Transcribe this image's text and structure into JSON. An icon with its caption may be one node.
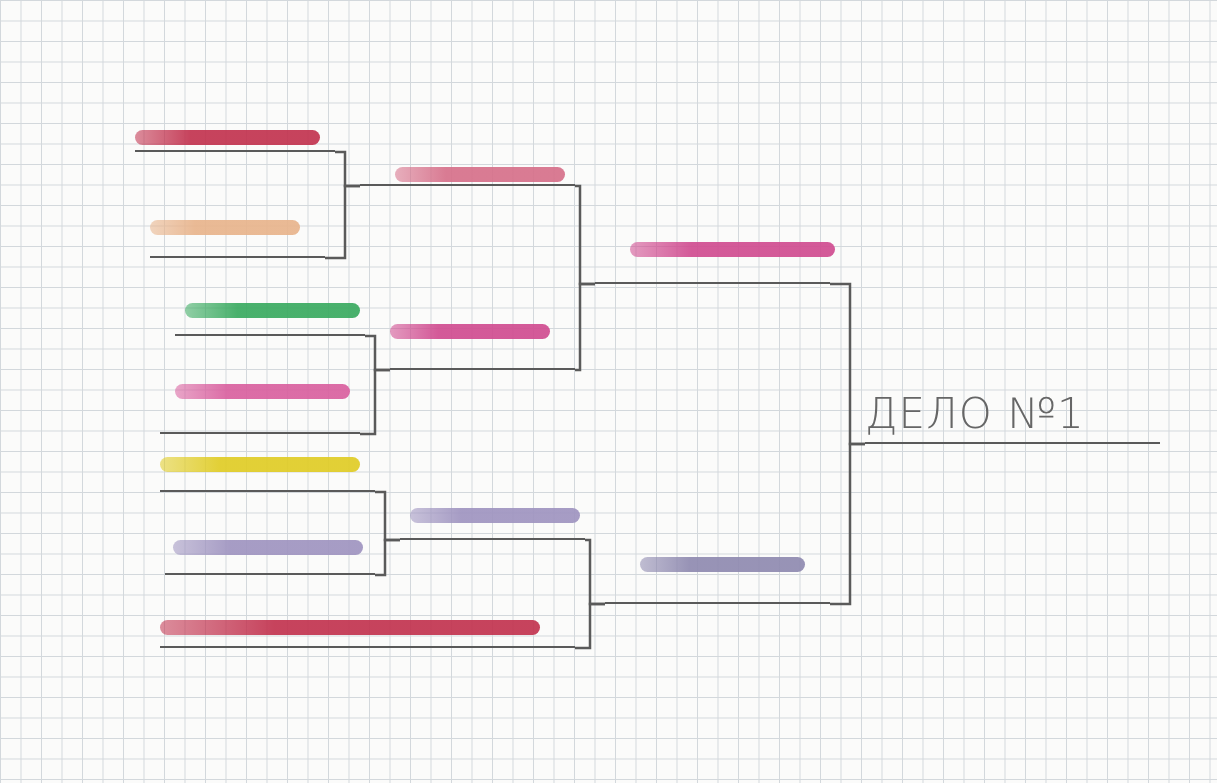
{
  "diagram": {
    "nodes": [
      {
        "text": [],
        "shape": "bar"
      },
      {
        "text": [],
        "shape": "bar"
      },
      {
        "text": [],
        "shape": "bar"
      },
      {
        "text": [],
        "shape": "bar"
      },
      {
        "text": [],
        "shape": "bar"
      },
      {
        "text": [],
        "shape": "bar"
      },
      {
        "text": [],
        "shape": "bar"
      },
      {
        "text": [],
        "shape": "bar"
      },
      {
        "text": [],
        "shape": "bar"
      },
      {
        "text": [],
        "shape": "bar"
      },
      {
        "text": [],
        "shape": "bar"
      },
      {
        "text": [],
        "shape": "bar"
      },
      {
        "text": [
          "ДЕЛО №1"
        ]
      }
    ],
    "edges": [
      {
        "from": 0,
        "to": 7,
        "arrow": "none"
      },
      {
        "from": 1,
        "to": 7,
        "arrow": "none"
      },
      {
        "from": 2,
        "to": 8,
        "arrow": "none"
      },
      {
        "from": 3,
        "to": 8,
        "arrow": "none"
      },
      {
        "from": 4,
        "to": 9,
        "arrow": "none"
      },
      {
        "from": 5,
        "to": 9,
        "arrow": "none"
      },
      {
        "from": 9,
        "to": 11,
        "arrow": "none"
      },
      {
        "from": 6,
        "to": 11,
        "arrow": "none"
      },
      {
        "from": 7,
        "to": 10,
        "arrow": "none"
      },
      {
        "from": 8,
        "to": 10,
        "arrow": "none"
      },
      {
        "from": 10,
        "to": 12,
        "arrow": "none"
      },
      {
        "from": 11,
        "to": 12,
        "arrow": "none"
      }
    ]
  }
}
